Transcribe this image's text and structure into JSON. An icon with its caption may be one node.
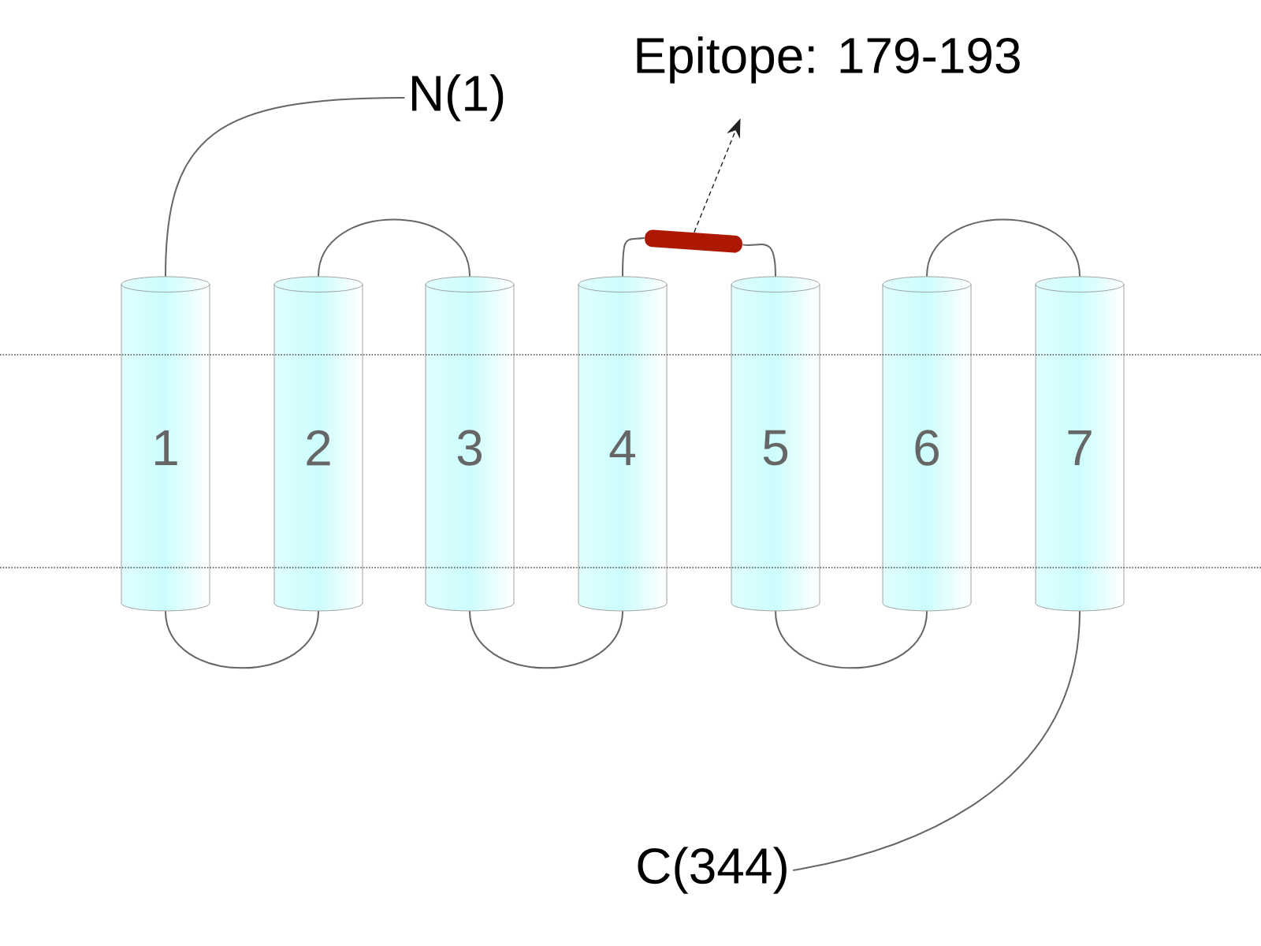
{
  "diagram": {
    "nodes": [
      {
        "text": [
          "N(1)"
        ]
      },
      {
        "text": [
          "1"
        ]
      },
      {
        "text": [
          "2"
        ]
      },
      {
        "text": [
          "3"
        ]
      },
      {
        "text": [
          "4"
        ]
      },
      {
        "text": [
          "5"
        ]
      },
      {
        "text": [
          "6"
        ]
      },
      {
        "text": [
          "7"
        ]
      },
      {
        "text": [],
        "shape": "bar"
      },
      {
        "text": [
          "Epitope: 179-193"
        ]
      },
      {
        "text": [
          "C(344)"
        ]
      }
    ],
    "edges": [
      {
        "from": 0,
        "to": 1,
        "arrow": "none"
      },
      {
        "from": 1,
        "to": 2,
        "arrow": "none"
      },
      {
        "from": 2,
        "to": 3,
        "arrow": "none"
      },
      {
        "from": 3,
        "to": 4,
        "arrow": "none"
      },
      {
        "from": 4,
        "to": 8,
        "arrow": "none"
      },
      {
        "from": 8,
        "to": 5,
        "arrow": "none"
      },
      {
        "from": 5,
        "to": 6,
        "arrow": "none"
      },
      {
        "from": 6,
        "to": 7,
        "arrow": "none"
      },
      {
        "from": 7,
        "to": 10,
        "arrow": "none"
      },
      {
        "from": 8,
        "to": 9,
        "arrow": "to",
        "style": "dashed",
        "color": "#222222"
      }
    ]
  }
}
